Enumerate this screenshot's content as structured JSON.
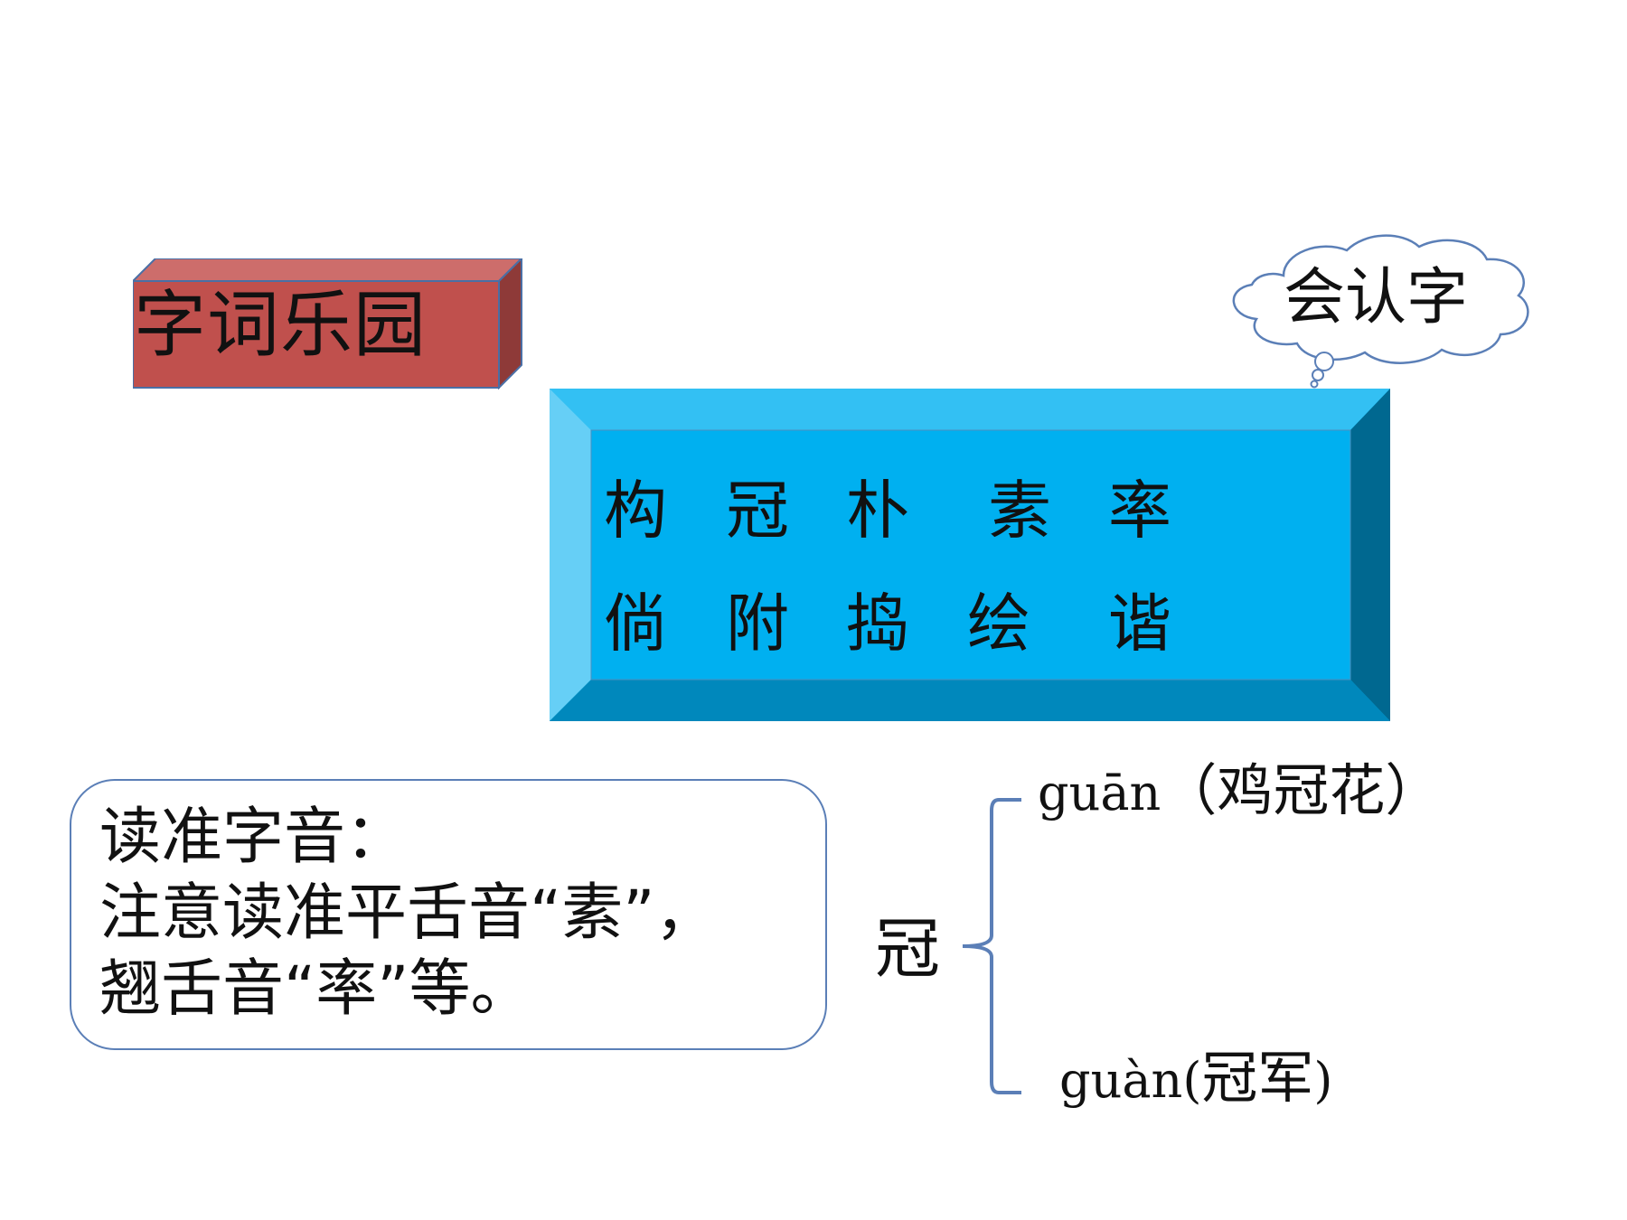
{
  "title_block": {
    "text": "字词乐园",
    "color": "#c0504d"
  },
  "cloud": {
    "label": "会认字"
  },
  "char_box": {
    "color": "#00b0f0",
    "row1": [
      "构",
      "冠",
      "朴",
      "素",
      "率"
    ],
    "row2": [
      "倘",
      "附",
      "捣",
      "绘",
      "谐"
    ]
  },
  "note": {
    "line1": "读准字音：",
    "line2": "注意读准平舌音“素”，",
    "line3": "翘舌音“率”等。"
  },
  "pronunciation": {
    "character": "冠",
    "reading1": {
      "pinyin": "guān",
      "word": "（鸡冠花）"
    },
    "reading2": {
      "pinyin": "guàn(",
      "word": "冠军",
      "close": ")"
    }
  }
}
